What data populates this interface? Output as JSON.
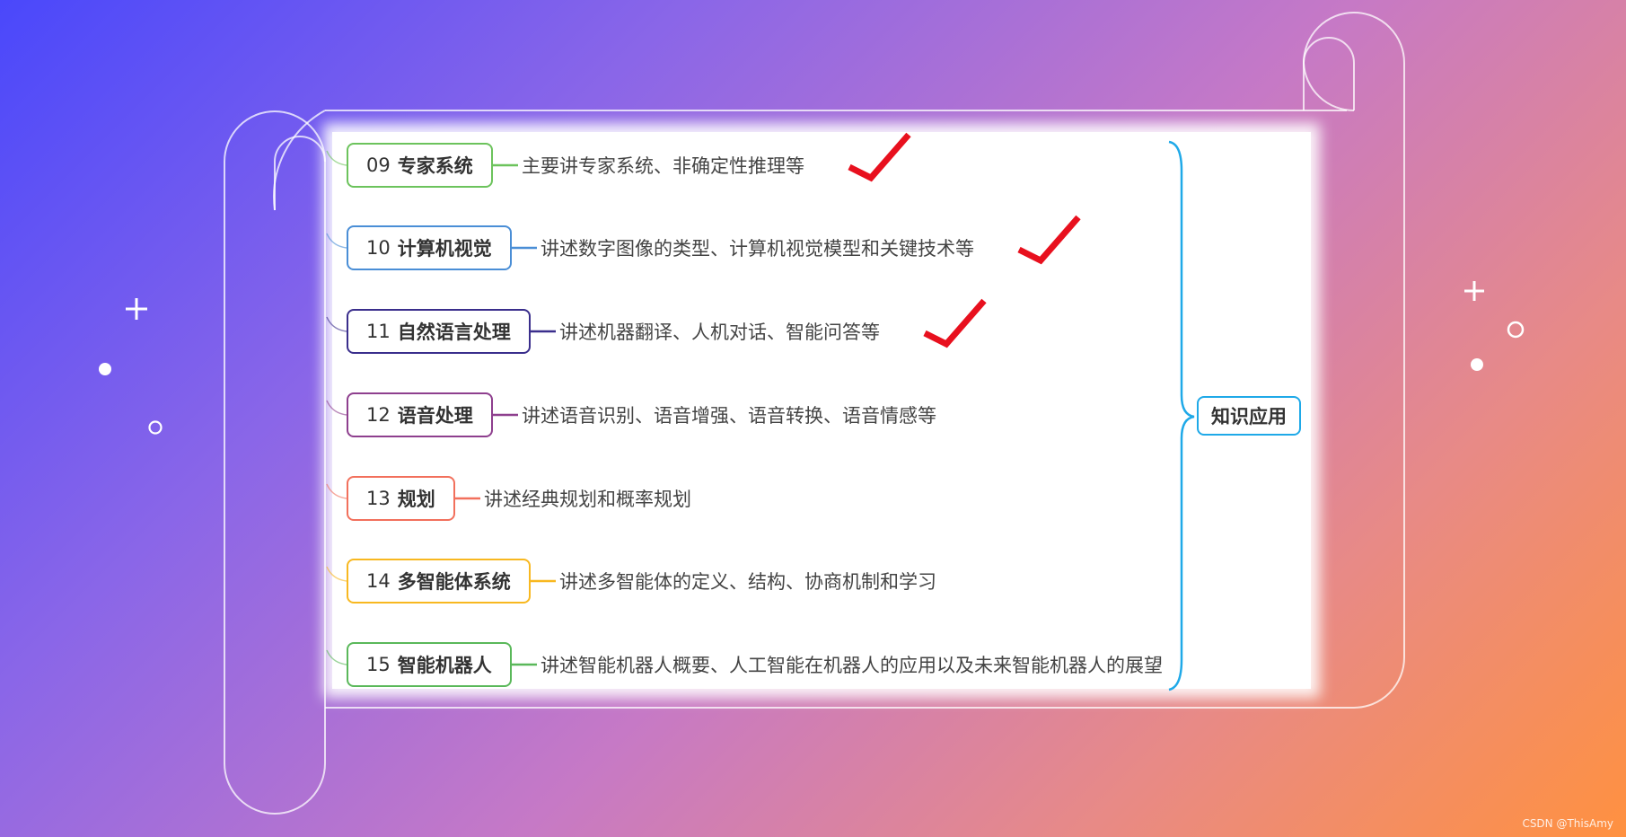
{
  "root": {
    "label": "知识应用",
    "color": "#1fa9e8"
  },
  "items": [
    {
      "num": "09",
      "title": "专家系统",
      "desc": "主要讲专家系统、非确定性推理等",
      "color": "#6cc35c",
      "checked": true
    },
    {
      "num": "10",
      "title": "计算机视觉",
      "desc": "讲述数字图像的类型、计算机视觉模型和关键技术等",
      "color": "#4a8ed6",
      "checked": true
    },
    {
      "num": "11",
      "title": "自然语言处理",
      "desc": "讲述机器翻译、人机对话、智能问答等",
      "color": "#3a2e8c",
      "checked": true
    },
    {
      "num": "12",
      "title": "语音处理",
      "desc": "讲述语音识别、语音增强、语音转换、语音情感等",
      "color": "#8e3f8e",
      "checked": false
    },
    {
      "num": "13",
      "title": "规划",
      "desc": "讲述经典规划和概率规划",
      "color": "#f2705c",
      "checked": false
    },
    {
      "num": "14",
      "title": "多智能体系统",
      "desc": "讲述多智能体的定义、结构、协商机制和学习",
      "color": "#f8b820",
      "checked": false
    },
    {
      "num": "15",
      "title": "智能机器人",
      "desc": "讲述智能机器人概要、人工智能在机器人的应用以及未来智能机器人的展望",
      "color": "#5ab85a",
      "checked": false
    }
  ],
  "check_color": "#e8101e",
  "watermark": "CSDN @ThisAmy"
}
